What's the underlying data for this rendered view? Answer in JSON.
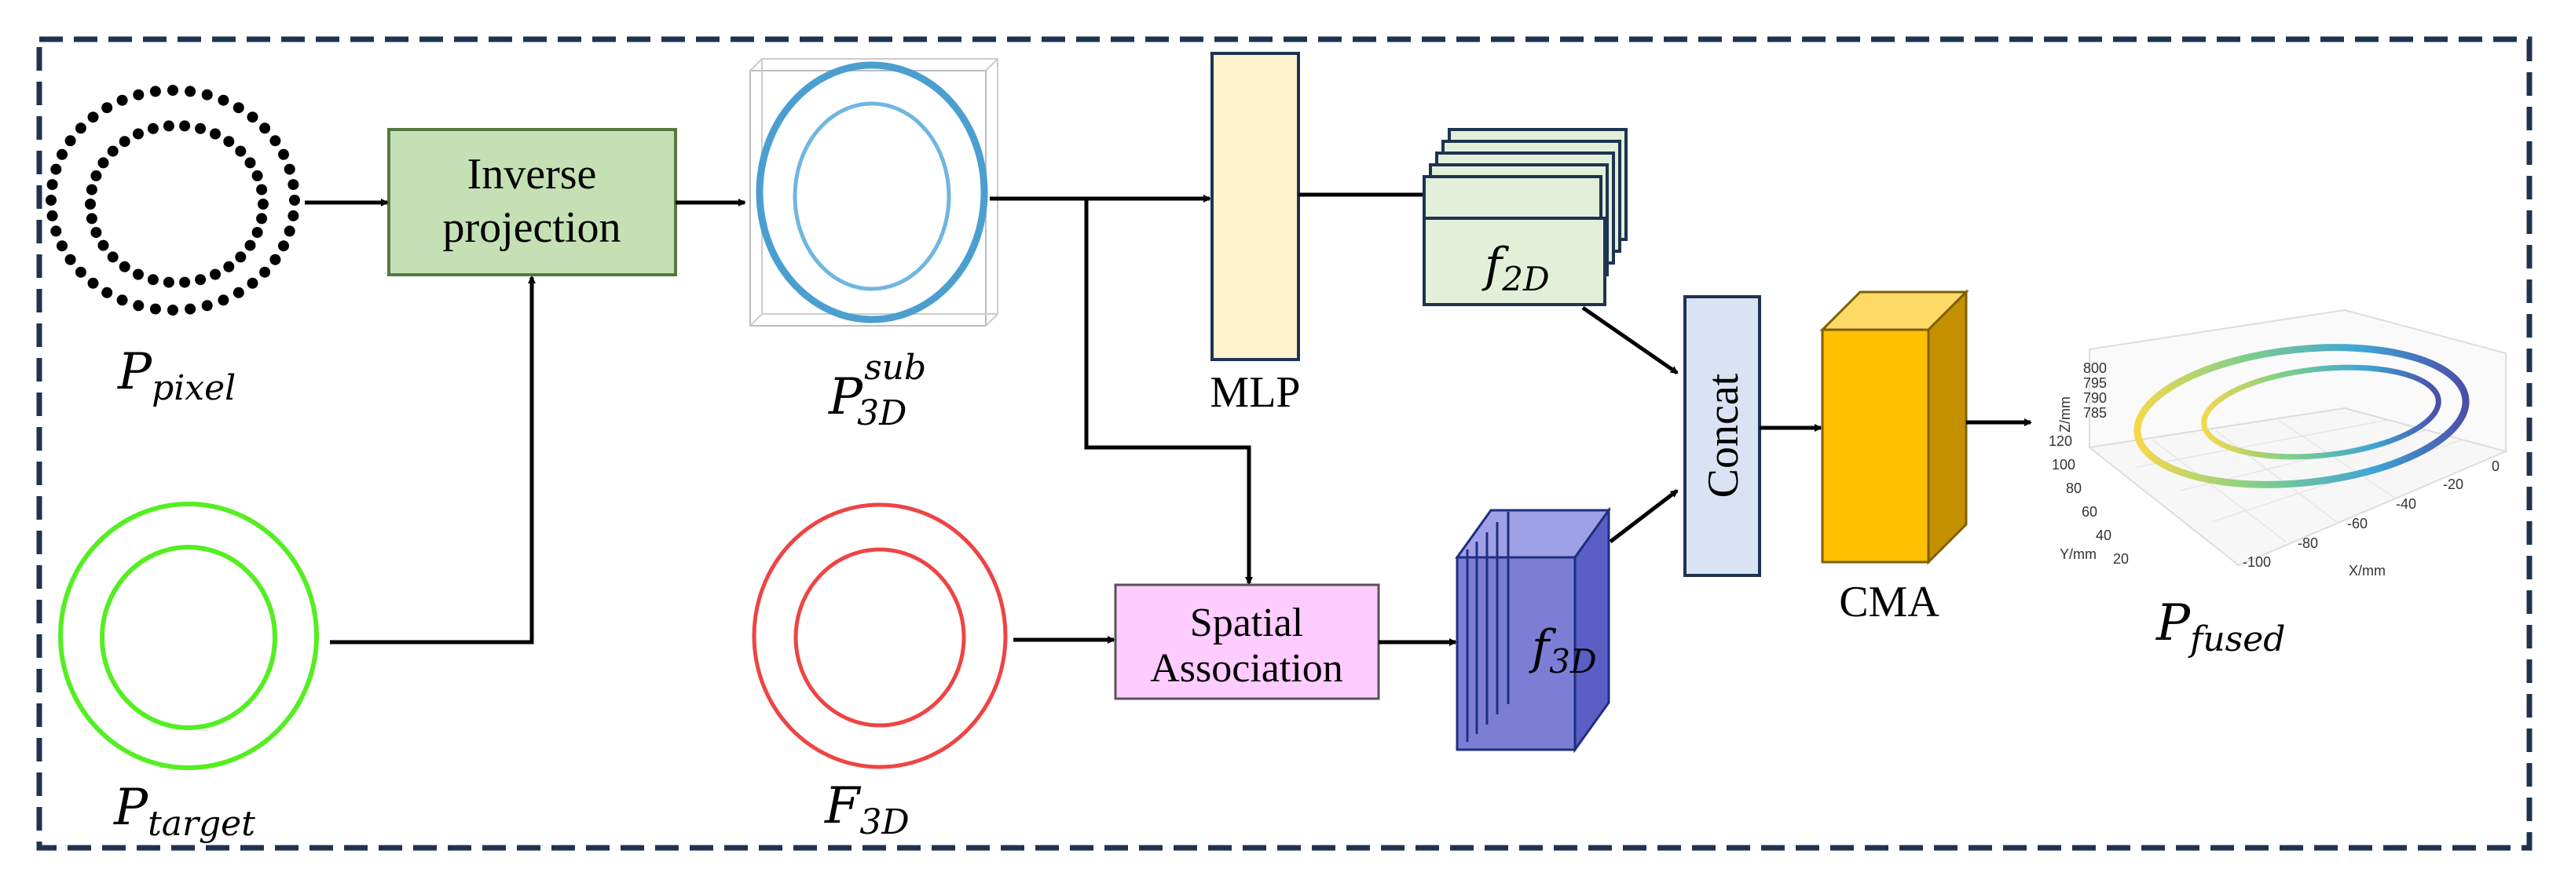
{
  "labels": {
    "p_pixel": {
      "base": "P",
      "sub": "pixel"
    },
    "p_target": {
      "base": "P",
      "sub": "target"
    },
    "p_3d_sub": {
      "base": "P",
      "sub": "3D",
      "sup": "sub"
    },
    "f_3d_upper": {
      "base": "F",
      "sub": "3D"
    },
    "p_fused": {
      "base": "P",
      "sub": "fused"
    },
    "f_2d": {
      "base": "f",
      "sub": "2D"
    },
    "f_3d": {
      "base": "f",
      "sub": "3D"
    }
  },
  "boxes": {
    "inverse_projection": {
      "line1": "Inverse",
      "line2": "projection"
    },
    "spatial_association": {
      "line1": "Spatial",
      "line2": "Association"
    },
    "concat": "Concat",
    "mlp": "MLP",
    "cma": "CMA"
  },
  "plot3d": {
    "z_axis_label": "Z/mm",
    "z_ticks": [
      "800",
      "795",
      "790",
      "785"
    ],
    "y_axis_label": "Y/mm",
    "y_ticks": [
      "120",
      "100",
      "80",
      "60",
      "40",
      "20"
    ],
    "x_axis_label": "X/mm",
    "x_ticks": [
      "-100",
      "-80",
      "-60",
      "-40",
      "-20",
      "0"
    ]
  },
  "colors": {
    "frame_dash": "#1f3350",
    "inverse_projection_fill": "#c5e0b4",
    "inverse_projection_stroke": "#547a3e",
    "mlp_fill": "#fff2cc",
    "f2d_fill": "#e2f0d9",
    "concat_fill": "#dae3f3",
    "spatial_fill": "#ffccff",
    "f3d_fill": "#7c7ed6",
    "cma_front": "#ffc000",
    "cma_side": "#c49000",
    "target_ring": "#55ee22",
    "f3d_ring": "#ee4444",
    "p3d_ring": "#4a9fd0"
  }
}
